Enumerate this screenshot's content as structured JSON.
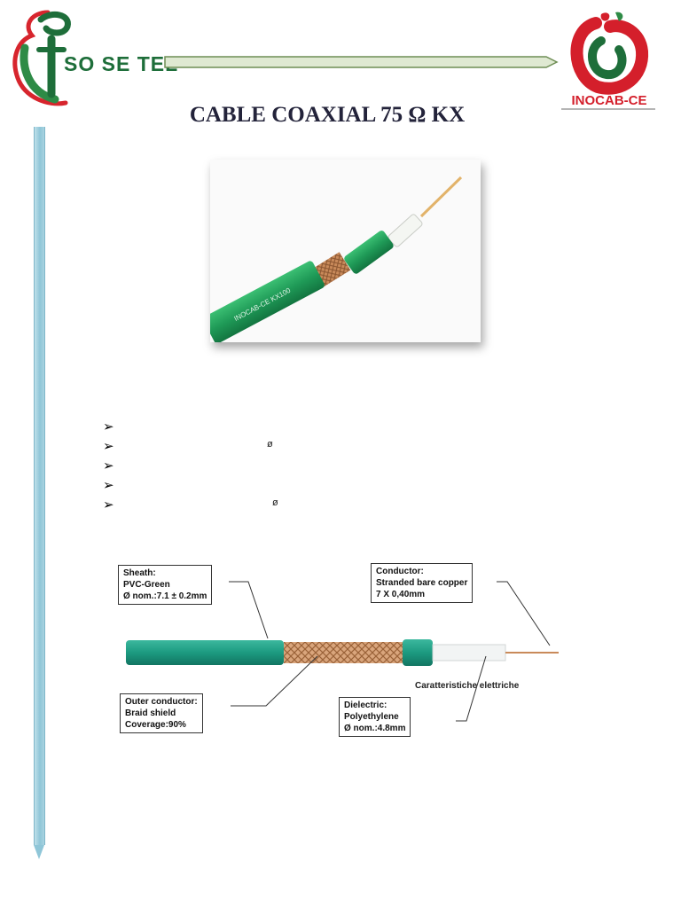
{
  "header": {
    "left_logo_text": "SO SE TEL",
    "right_logo_text": "INOCAB-CE"
  },
  "title": "CABLE COAXIAL 75 Ω KX",
  "photo": {
    "cable_print": "INOCAB-CE  KX100"
  },
  "bullets": [
    {
      "symbol": ""
    },
    {
      "symbol": "ø"
    },
    {
      "symbol": ""
    },
    {
      "symbol": ""
    },
    {
      "symbol": "ø"
    }
  ],
  "diagram": {
    "sheath": {
      "line1": "Sheath:",
      "line2": "PVC-Green",
      "line3": "Ø nom.:7.1 ± 0.2mm"
    },
    "conductor": {
      "line1": "Conductor:",
      "line2": "Stranded bare copper",
      "line3": "7 X 0,40mm"
    },
    "outer_conductor": {
      "line1": "Outer conductor:",
      "line2": "Braid shield",
      "line3": "Coverage:90%"
    },
    "dielectric": {
      "line1": "Dielectric:",
      "line2": "Polyethylene",
      "line3": "Ø nom.:4.8mm"
    },
    "caption": "Caratteristiche elettriche"
  },
  "colors": {
    "cable_green": "#1f9a57",
    "diagram_green": "#1c9a80",
    "copper": "#c98a5a",
    "logo_red": "#d41f2b",
    "logo_green": "#1e6e3a",
    "bar_blue": "#8fc6d8"
  }
}
